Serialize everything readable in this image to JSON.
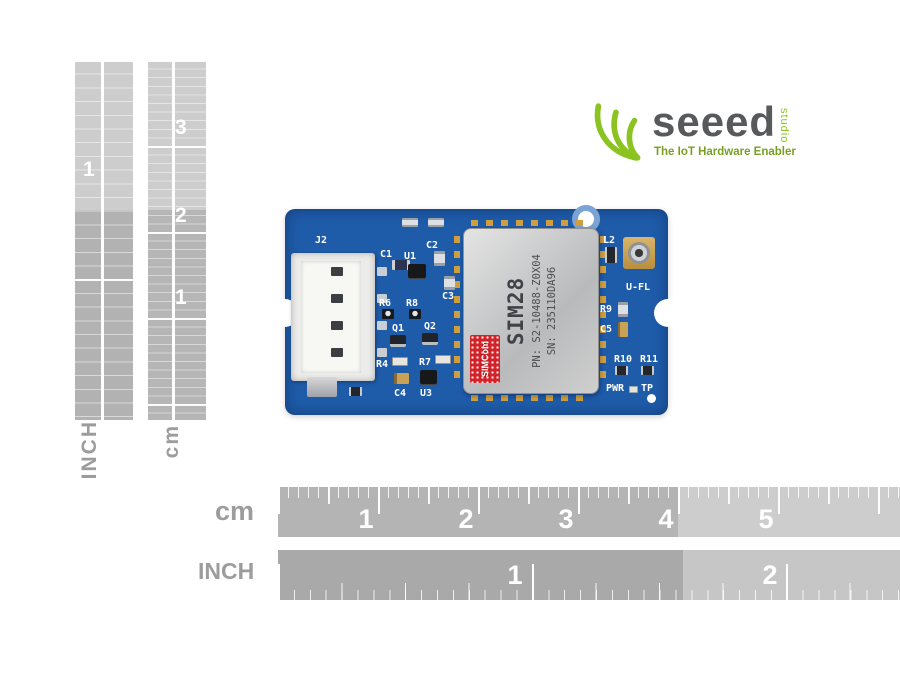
{
  "logo": {
    "brand": "seeed",
    "studio": "studio",
    "tagline": "The IoT Hardware Enabler",
    "icon": "seeed-leaf-fan-icon"
  },
  "rulers": {
    "vertical": {
      "inch_label": "INCH",
      "cm_label": "cm",
      "inch_numbers": [
        "1"
      ],
      "cm_numbers": [
        "3",
        "2",
        "1"
      ]
    },
    "horizontal_cm": {
      "label": "cm",
      "numbers": [
        "1",
        "2",
        "3",
        "4",
        "5"
      ]
    },
    "horizontal_inch": {
      "label": "INCH",
      "numbers": [
        "1",
        "2"
      ]
    }
  },
  "board": {
    "module": {
      "name": "SIM28",
      "pn": "PN: S2-10488-Z0X04",
      "sn": "SN: 235110DA96",
      "vendor": "SIMCom"
    },
    "labels": {
      "j2": "J2",
      "c1": "C1",
      "u1": "U1",
      "c2": "C2",
      "c3": "C3",
      "r6": "R6",
      "r8": "R8",
      "q1": "Q1",
      "q2": "Q2",
      "r4": "R4",
      "r7": "R7",
      "c4": "C4",
      "u3": "U3",
      "l2": "L2",
      "ufl": "U-FL",
      "r9": "R9",
      "c5": "C5",
      "r10": "R10",
      "r11": "R11",
      "pwr": "PWR",
      "tp": "TP"
    }
  },
  "colors": {
    "board_blue": "#1e5ba9",
    "seeed_green": "#8bc320",
    "logo_red": "#d2232a",
    "module_silver": "#c6c7c9",
    "ruler_gray": "#b4b4b4"
  }
}
